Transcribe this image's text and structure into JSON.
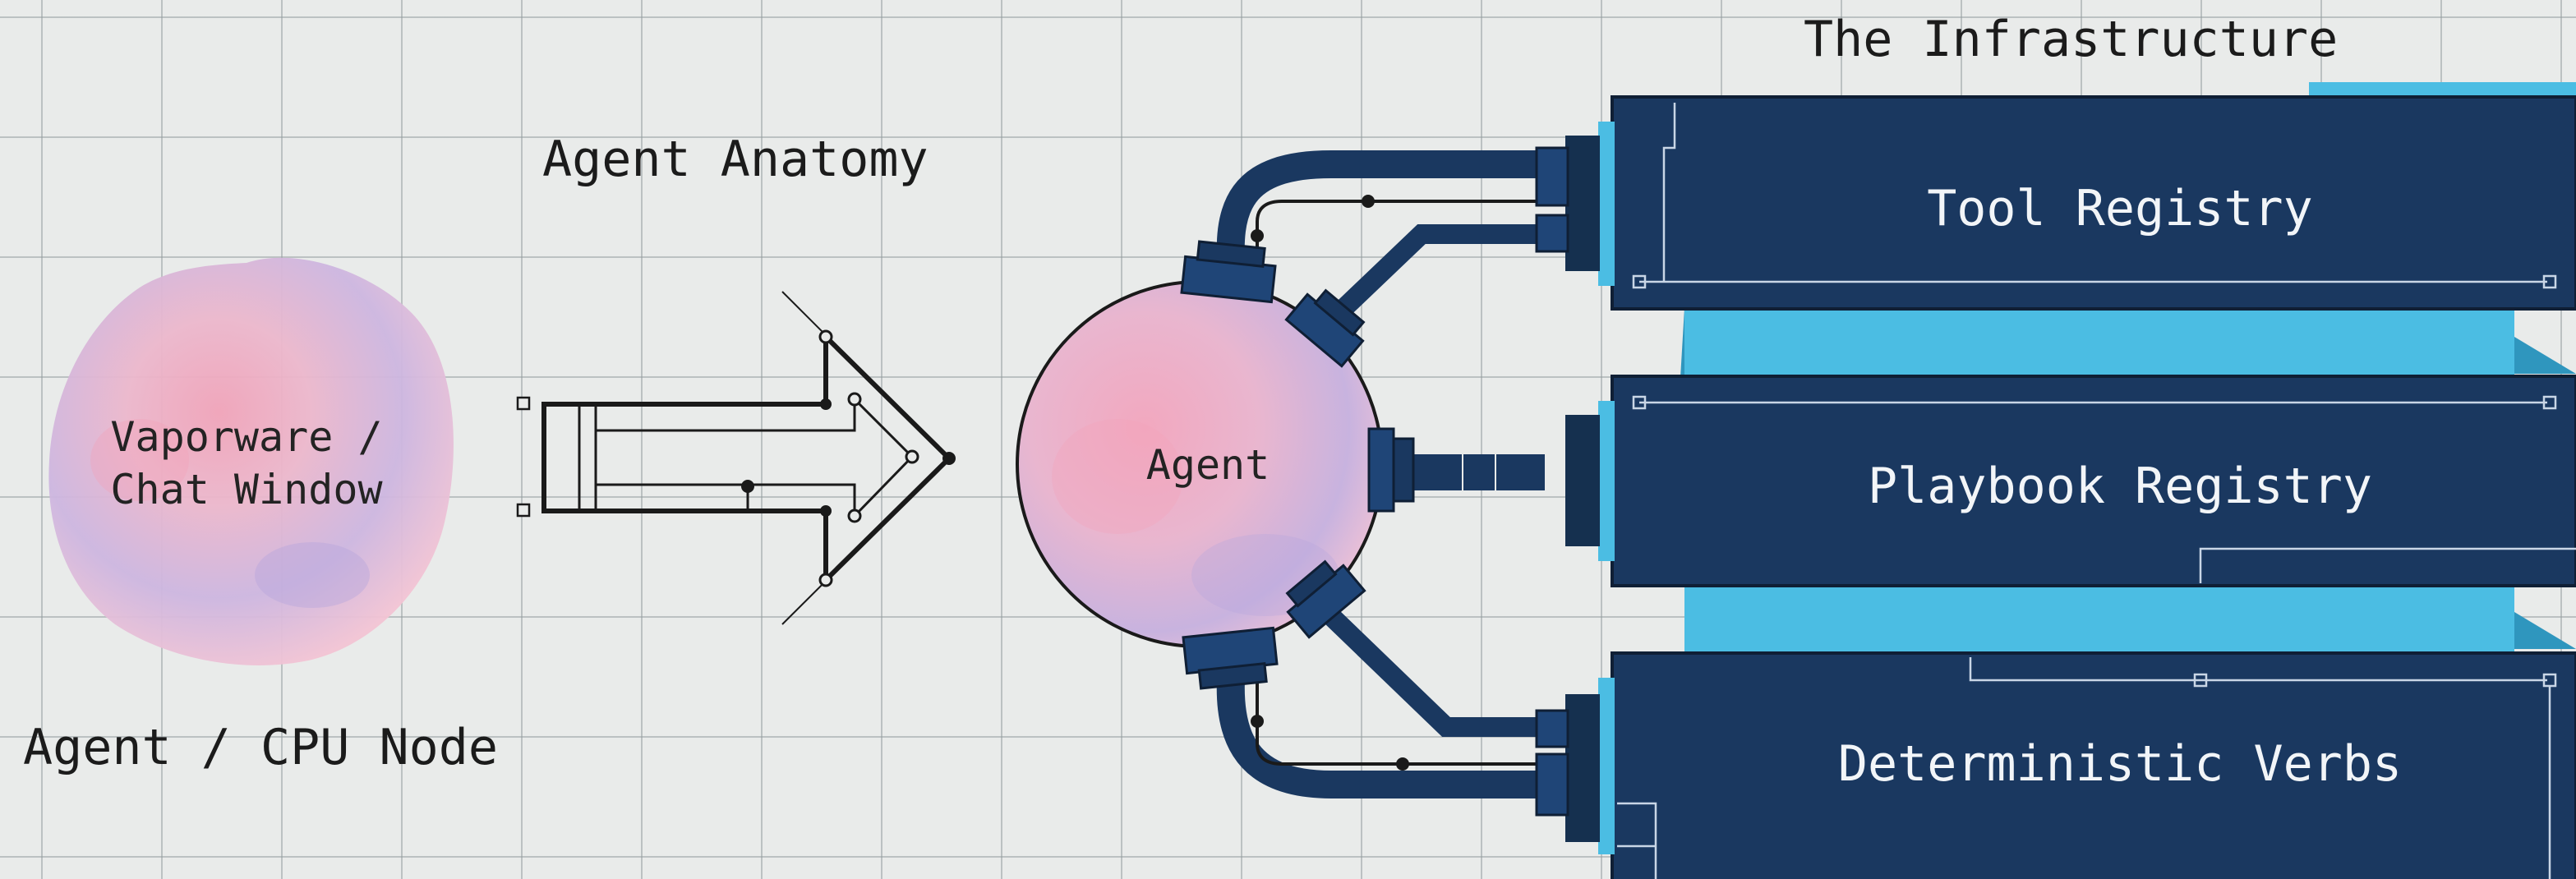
{
  "headings": {
    "anatomy": "Agent Anatomy",
    "infrastructure": "The Infrastructure",
    "cpu_node": "Agent / CPU Node"
  },
  "bubbles": {
    "vaporware_line1": "Vaporware /",
    "vaporware_line2": "Chat Window",
    "agent": "Agent"
  },
  "registries": [
    {
      "label": "Tool Registry"
    },
    {
      "label": "Playbook Registry"
    },
    {
      "label": "Deterministic Verbs"
    }
  ],
  "colors": {
    "navy": "#1a3860",
    "navy_dark": "#15304f",
    "cyan": "#4bbde3",
    "bubble_pink": "#f2b5c8",
    "bubble_lavender": "#c9b4dd",
    "outline": "#1a1a1a"
  },
  "icons": {
    "arrow": "hollow-arrow-icon",
    "connector": "plug-connector-icon"
  }
}
